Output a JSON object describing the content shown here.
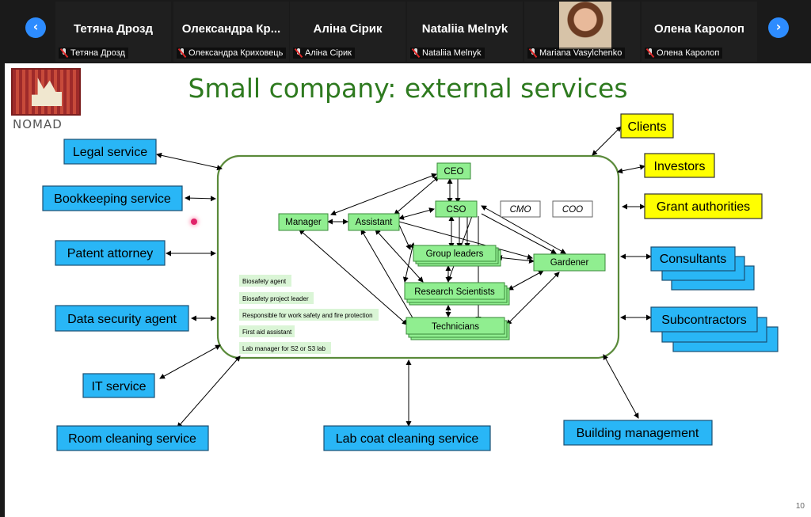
{
  "meeting": {
    "participants": [
      {
        "name": "Тетяна Дрозд",
        "label": "Тетяна Дрозд"
      },
      {
        "name": "Олександра  Кр...",
        "label": "Олександра Криховець"
      },
      {
        "name": "Аліна Сірик",
        "label": "Аліна Сірик"
      },
      {
        "name": "Nataliia Melnyk",
        "label": "Nataliia Melnyk"
      },
      {
        "name": "",
        "label": "Mariana Vasylchenko"
      },
      {
        "name": "Олена Каролоп",
        "label": "Олена Каролоп"
      }
    ],
    "prev_icon": "chevron-left-icon",
    "next_icon": "chevron-right-icon"
  },
  "slide": {
    "logo_text": "NOMAD",
    "title": "Small company: external services",
    "page_number": "10",
    "external_left": [
      "Legal service",
      "Bookkeeping service",
      "Patent attorney",
      "Data security agent",
      "IT service",
      "Room cleaning service"
    ],
    "external_bottom": [
      "Lab coat cleaning service",
      "Building management"
    ],
    "external_right_yellow": [
      "Clients",
      "Investors",
      "Grant authorities"
    ],
    "external_right_stacked": [
      "Consultants",
      "Subcontractors"
    ],
    "internal": {
      "ceo": "CEO",
      "cso": "CSO",
      "cmo": "CMO",
      "coo": "COO",
      "manager": "Manager",
      "assistant": "Assistant",
      "group_leaders": "Group leaders",
      "gardener": "Gardener",
      "research_scientists": "Research Scientists",
      "technicians": "Technicians"
    },
    "roles": [
      "Biosafety agent",
      "Biosafety project leader",
      "Responsible for work safety and fire protection",
      "First aid assistant",
      "Lab manager for S2 or S3 lab"
    ]
  },
  "colors": {
    "title": "#2e7a1f",
    "blue": "#29b6f6",
    "yellow": "#ffff00",
    "green": "#90ee90",
    "accent": "#2d8cff"
  }
}
